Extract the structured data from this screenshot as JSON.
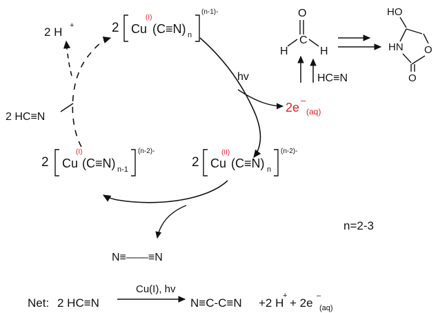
{
  "colors": {
    "ink": "#111111",
    "oxidation_state": "#e02020",
    "electron": "#e02020"
  },
  "complexes": {
    "top": {
      "coeff": "2",
      "metal": "Cu",
      "ox": "(I)",
      "ligand": "(C≡N)",
      "sub": "n",
      "charge": "(n-1)-"
    },
    "right": {
      "coeff": "2",
      "metal": "Cu",
      "ox": "(II)",
      "ligand": "(C≡N)",
      "sub": "n",
      "charge": "(n-2)-"
    },
    "left": {
      "coeff": "2",
      "metal": "Cu",
      "ox": "(I)",
      "ligand": "(C≡N)",
      "sub": "n-1",
      "charge": "(n-2)-"
    }
  },
  "cycle": {
    "protons": "2 H",
    "protons_sup": "+",
    "hcn_in": "2 HC≡N",
    "light": "hv",
    "electrons": "2e",
    "electrons_sup": "–",
    "electrons_sub": "(aq)",
    "cyanogen": "N≡——≡N"
  },
  "side_reaction": {
    "ch2o_o": "O",
    "ch2o_c": "C",
    "ch2o_h1": "H",
    "ch2o_h2": "H",
    "hcn": "HC≡N",
    "product_ho": "HO",
    "product_hn": "HN",
    "product_o_ring": "O",
    "product_o_carbonyl": "O"
  },
  "note": "n=2-3",
  "net": {
    "prefix": "Net:",
    "lhs": "2 HC≡N",
    "catalyst": "Cu(I), hv",
    "rhs": "N≡C-C≡N",
    "plus1": "+2 H",
    "h_sup": "+",
    "plus2": "+ 2e",
    "e_sup": "–",
    "e_sub": "(aq)"
  }
}
